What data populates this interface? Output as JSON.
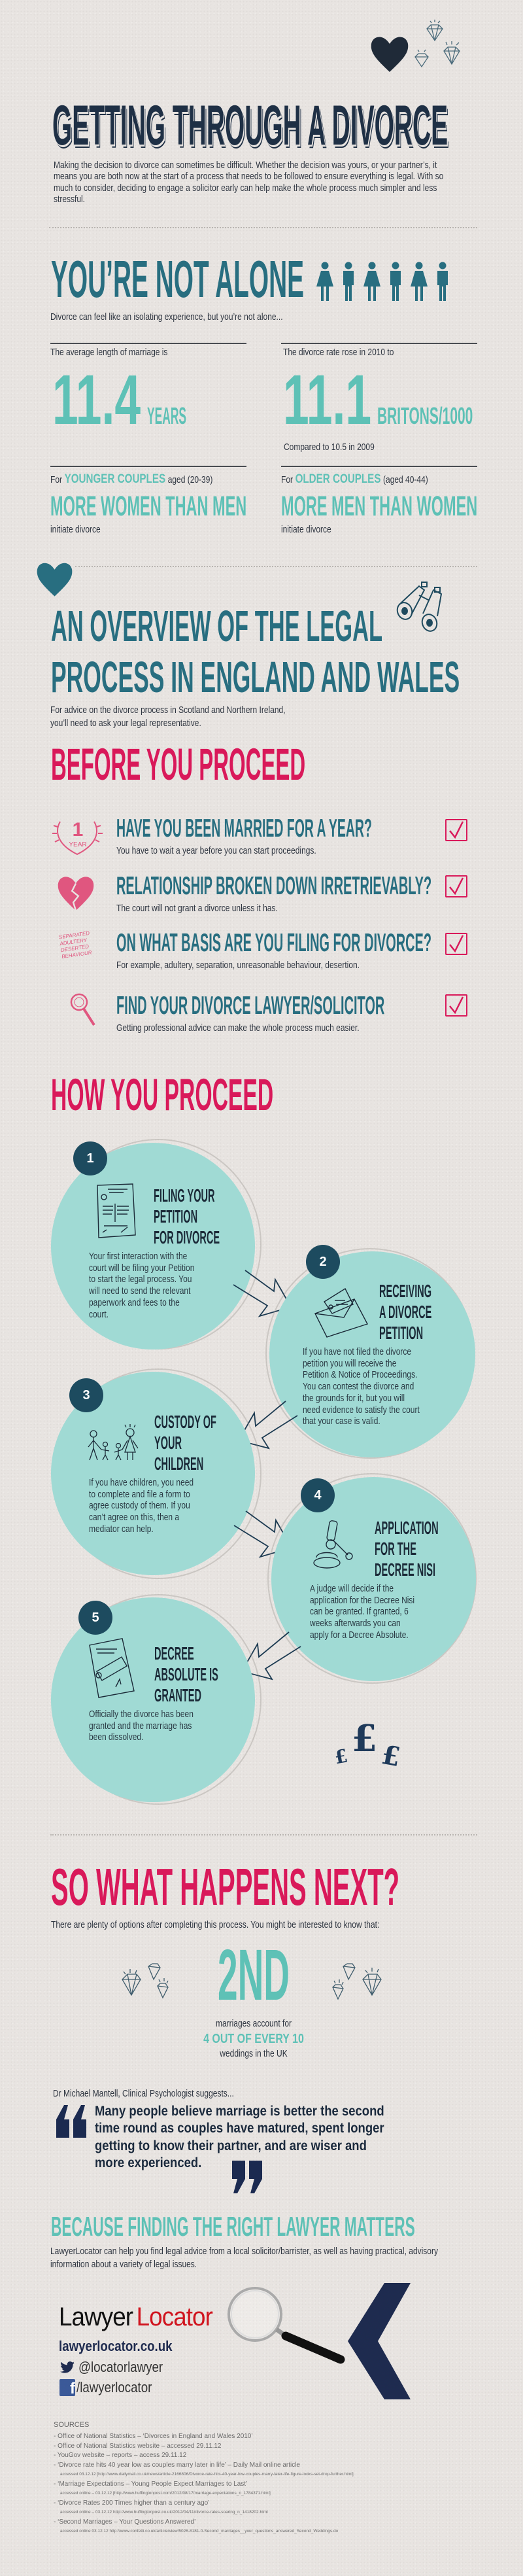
{
  "colors": {
    "navy": "#1f3045",
    "teal_dark": "#286e80",
    "teal_light": "#5ec1b6",
    "pink": "#d9195a",
    "circle_fill": "#a0dad4",
    "badge": "#1d4b5f",
    "logo_red": "#d0141e"
  },
  "header": {
    "title": "GETTING THROUGH A DIVORCE",
    "intro": "Making the decision to divorce can sometimes be difficult. Whether the decision was yours, or your partner’s, it means you are both now at the start of a process that needs to be followed to ensure everything is legal. With so much to consider, deciding to engage a solicitor early can help make the whole process much simpler and less stressful."
  },
  "not_alone": {
    "title": "YOU’RE NOT ALONE",
    "subtitle": "Divorce can feel like an isolating experience, but you’re not alone...",
    "stats": [
      {
        "label": "The average length of marriage is",
        "value": "11.4",
        "unit": "YEARS"
      },
      {
        "label": "The divorce rate rose in 2010 to",
        "value": "11.1",
        "unit": "BRITONS/1000",
        "note": "Compared to 10.5 in 2009"
      }
    ],
    "couples": [
      {
        "prefix": "For",
        "group": "YOUNGER COUPLES",
        "age": "aged (20-39)",
        "headline": "MORE WOMEN THAN MEN",
        "suffix": "initiate divorce"
      },
      {
        "prefix": "For",
        "group": "OLDER COUPLES",
        "age": "(aged 40-44)",
        "headline": "MORE MEN THAN WOMEN",
        "suffix": "initiate divorce"
      }
    ]
  },
  "overview": {
    "title_line1": "AN OVERVIEW OF THE LEGAL",
    "title_line2": "PROCESS IN ENGLAND AND WALES",
    "subtitle": "For advice on the divorce process in Scotland and Northern Ireland,\nyou’ll need to ask your legal representative."
  },
  "before": {
    "title": "BEFORE YOU PROCEED",
    "items": [
      {
        "title": "HAVE YOU BEEN MARRIED FOR A YEAR?",
        "desc": "You have to wait a year before you can start proceedings.",
        "icon_num": "1",
        "icon_text": "YEAR"
      },
      {
        "title": "RELATIONSHIP BROKEN DOWN IRRETRIEVABLY?",
        "desc": "The court will not grant a divorce unless it has."
      },
      {
        "title": "ON WHAT BASIS ARE YOU FILING FOR DIVORCE?",
        "desc": "For example, adultery, separation, unreasonable behaviour, desertion.",
        "icon_lines": [
          "SEPARATED",
          "ADULTERY",
          "DESERTED",
          "BEHAVIOUR"
        ]
      },
      {
        "title": "FIND YOUR DIVORCE LAWYER/SOLICITOR",
        "desc": "Getting professional advice can make the whole process much easier."
      }
    ]
  },
  "how": {
    "title": "HOW YOU PROCEED",
    "steps": [
      {
        "number": "1",
        "title": "FILING YOUR\nPETITION\nFOR DIVORCE",
        "body": "Your first interaction with the\ncourt will be filing your Petition\nto start the legal process. You\nwill need to send the relevant\npaperwork and fees to the\ncourt."
      },
      {
        "number": "2",
        "title": "RECEIVING\nA DIVORCE\nPETITION",
        "body": "If you have not filed the divorce\npetition you will receive the\nPetition & Notice of Proceedings.\nYou can contest the divorce and\nthe grounds for it, but you will\nneed evidence to satisfy the court\nthat your case is valid."
      },
      {
        "number": "3",
        "title": "CUSTODY OF\nYOUR\nCHILDREN",
        "body": "If you have children, you need\nto complete and file a form to\nagree custody of them. If you\ncan’t agree on this, then a\nmediator can help."
      },
      {
        "number": "4",
        "title": "APPLICATION\nFOR THE\nDECREE NISI",
        "body": "A judge will decide if the\napplication for the Decree Nisi\ncan be granted. If granted, 6\nweeks afterwards you can\napply for a Decree Absolute."
      },
      {
        "number": "5",
        "title": "DECREE\nABSOLUTE IS\nGRANTED",
        "body": "Officially the divorce has been\ngranted and the marriage has\nbeen dissolved."
      }
    ]
  },
  "next": {
    "title": "SO WHAT HAPPENS NEXT?",
    "subtitle": "There are plenty of options after completing this process. You might be interested to know that:"
  },
  "second_marriages": {
    "value": "2ND",
    "line1": "marriages account for",
    "highlight": "4 OUT OF EVERY 10",
    "line3": "weddings in the UK"
  },
  "quote": {
    "attribution": "Dr Michael Mantell, Clinical Psychologist suggests...",
    "text": "Many people believe marriage is better the second\ntime round as couples have matured, spent longer\ngetting to know their partner, and are wiser and\nmore experienced."
  },
  "lawyer": {
    "title": "BECAUSE FINDING THE RIGHT LAWYER MATTERS",
    "desc": "LawyerLocator can help you find legal advice from a local solicitor/barrister, as well as having practical, advisory information about a variety of legal issues.",
    "logo_part1": "Lawyer",
    "logo_part2": "Locator",
    "website": "lawyerlocator.co.uk",
    "twitter": "@locatorlawyer",
    "facebook": "/lawyerlocator"
  },
  "sources": {
    "heading": "SOURCES",
    "items": [
      {
        "text": "- Office of National Statistics – ‘Divorces in England and Wales 2010’"
      },
      {
        "text": "- Office of National Statistics website – accessed 29.11.12"
      },
      {
        "text": "- YouGov website – reports – access 29.11.12"
      },
      {
        "text": "- ‘Divorce rate hits 40 year low as couples marry later in life’ – Daily Mail online article",
        "url": "accessed 03.12.12 [http://www.dailymail.co.uk/news/article-2166806/Divorce-rate-hits-40-year-low-couples-marry-later-life-figure-looks-set-drop-further.html]"
      },
      {
        "text": "- ‘Marriage Expectations – Young People Expect Marriages to Last’",
        "url": "accessed online – 03.12.12 [http://www.huffingtonpost.com/2012/08/17/marriage-expectations_n_1784371.html]"
      },
      {
        "text": "- ‘Divorce Rates 200 Times higher than a century ago’",
        "url": "accessed online – 03.12.12 http://www.huffingtonpost.co.uk/2012/04/11/divorce-rates-soaring_n_1418202.html"
      },
      {
        "text": "- ‘Second Marriages – Your Questions Answered’",
        "url": "accessed online 03.12.12 http://www.confetti.co.uk/article/view/5026-8181-0-Second_marriages__your_questions_answered_Second_Weddings.do"
      }
    ]
  }
}
